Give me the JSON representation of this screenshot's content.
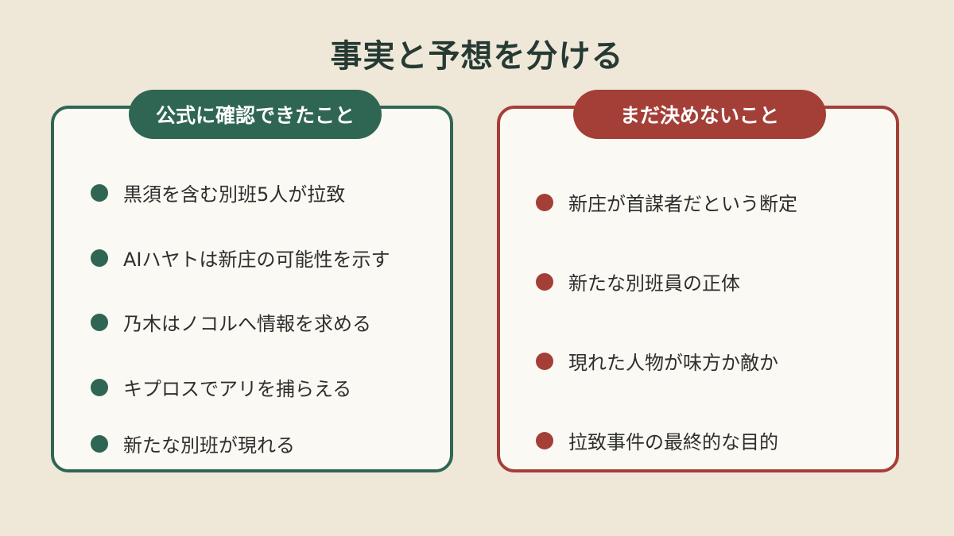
{
  "title": "事実と予想を分ける",
  "left_card": {
    "heading": "公式に確認できたこと",
    "items": [
      "黒須を含む別班5人が拉致",
      "AIハヤトは新庄の可能性を示す",
      "乃木はノコルへ情報を求める",
      "キプロスでアリを捕らえる",
      "新たな別班が現れる"
    ]
  },
  "right_card": {
    "heading": "まだ決めないこと",
    "items": [
      "新庄が首謀者だという断定",
      "新たな別班員の正体",
      "現れた人物が味方か敵か",
      "拉致事件の最終的な目的"
    ]
  },
  "colors": {
    "background": "#efe8d9",
    "confirmed_accent": "#2f6653",
    "undecided_accent": "#a43f37",
    "card_background": "#fbf9f3",
    "title_text": "#263a33"
  }
}
